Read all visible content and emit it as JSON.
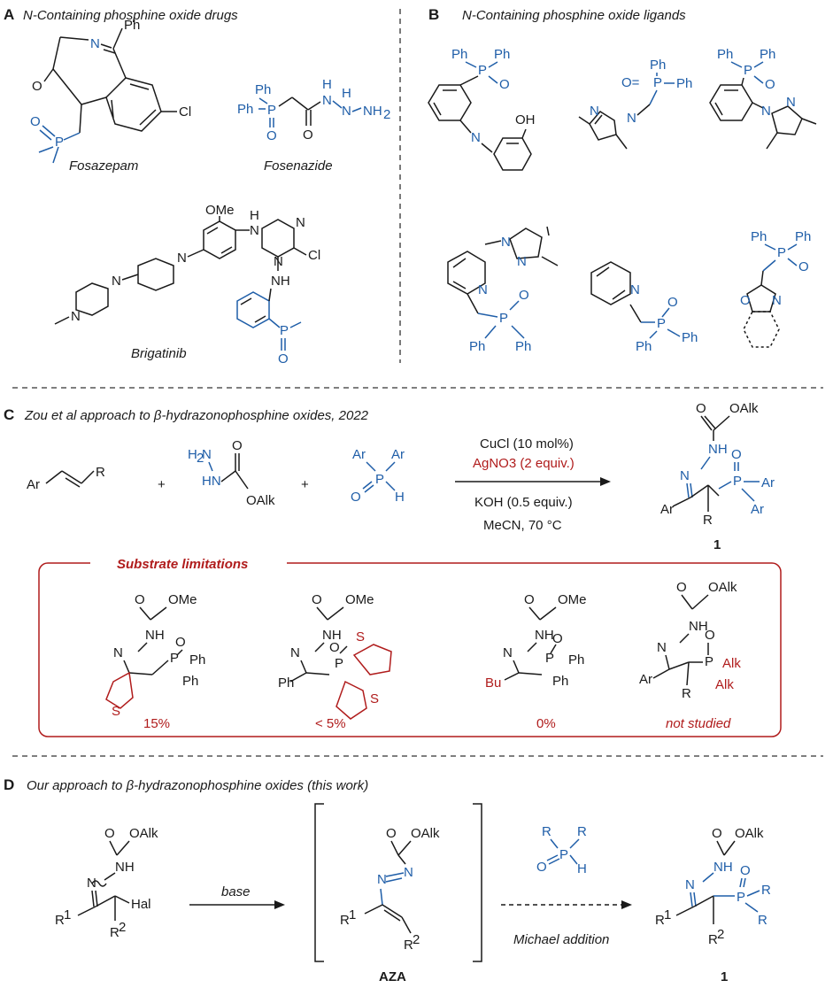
{
  "sections": {
    "A": {
      "letter": "A",
      "title": "N-Containing phosphine oxide drugs",
      "drugs": [
        "Fosazepam",
        "Fosenazide",
        "Brigatinib"
      ]
    },
    "B": {
      "letter": "B",
      "title": "N-Containing phosphine oxide ligands"
    },
    "C": {
      "letter": "C",
      "title": "Zou et al approach to β-hydrazonophosphine oxides, 2022",
      "conditions": [
        "CuCl (10 mol%)",
        "AgNO3 (2 equiv.)",
        "KOH (0.5 equiv.)",
        "MeCN, 70 °C"
      ],
      "product_label": "1",
      "limitations": {
        "title": "Substrate limitations",
        "yields": [
          "15%",
          "< 5%",
          "0%",
          "not studied"
        ]
      }
    },
    "D": {
      "letter": "D",
      "title": "Our approach to β-hydrazonophosphine oxides (this work)",
      "reagent1": "base",
      "reagent2": "Michael addition",
      "intermediate": "AZA",
      "product_label": "1"
    }
  },
  "atoms": {
    "Ph": "Ph",
    "P": "P",
    "O": "O",
    "N": "N",
    "H": "H",
    "NH": "NH",
    "Cl": "Cl",
    "NH2": "NH2",
    "OMe": "OMe",
    "OH": "OH",
    "OAlk": "OAlk",
    "Ar": "Ar",
    "R": "R",
    "Alk": "Alk",
    "Bu": "Bu",
    "S": "S",
    "Hal": "Hal",
    "R1": "R1",
    "R2": "R2",
    "H2N": "H2N",
    "HN": "HN"
  },
  "colors": {
    "blue": "#1f5ea8",
    "red": "#b01c1c",
    "black": "#1a1a1a"
  }
}
